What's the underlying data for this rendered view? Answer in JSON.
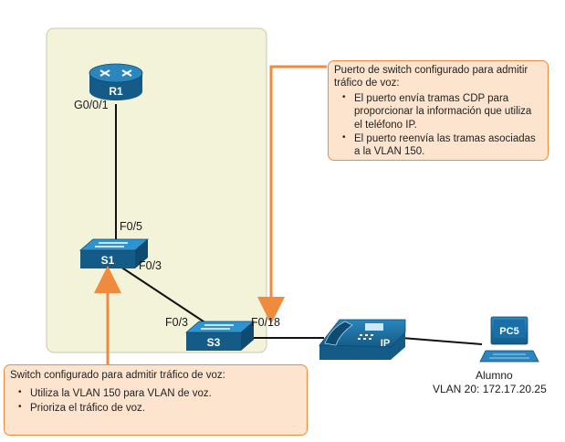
{
  "devices": {
    "router": "R1",
    "switch1": "S1",
    "switch3": "S3",
    "phone": "IP",
    "pc": "PC5"
  },
  "ports": {
    "r1_g0": "G0/0/1",
    "s1_f05": "F0/5",
    "s1_f03": "F0/3",
    "s3_f03": "F0/3",
    "s3_f018": "F0/18"
  },
  "pc_info": {
    "name": "Alumno",
    "vlan": "VLAN 20: 172.17.20.25"
  },
  "callout_top": {
    "title": "Puerto de switch configurado para admitir tráfico de voz:",
    "items": [
      "El puerto envía tramas CDP para proporcionar la información que utiliza el teléfono IP.",
      "El puerto reenvía las tramas asociadas a la VLAN 150."
    ]
  },
  "callout_bottom": {
    "title": "Switch configurado para admitir tráfico de voz:",
    "items": [
      "Utiliza la VLAN 150 para VLAN de voz.",
      "Prioriza el tráfico de voz."
    ]
  },
  "colors": {
    "panel": "#f3f3da",
    "accent": "#f08a3c",
    "device": "#1e6fa3"
  }
}
